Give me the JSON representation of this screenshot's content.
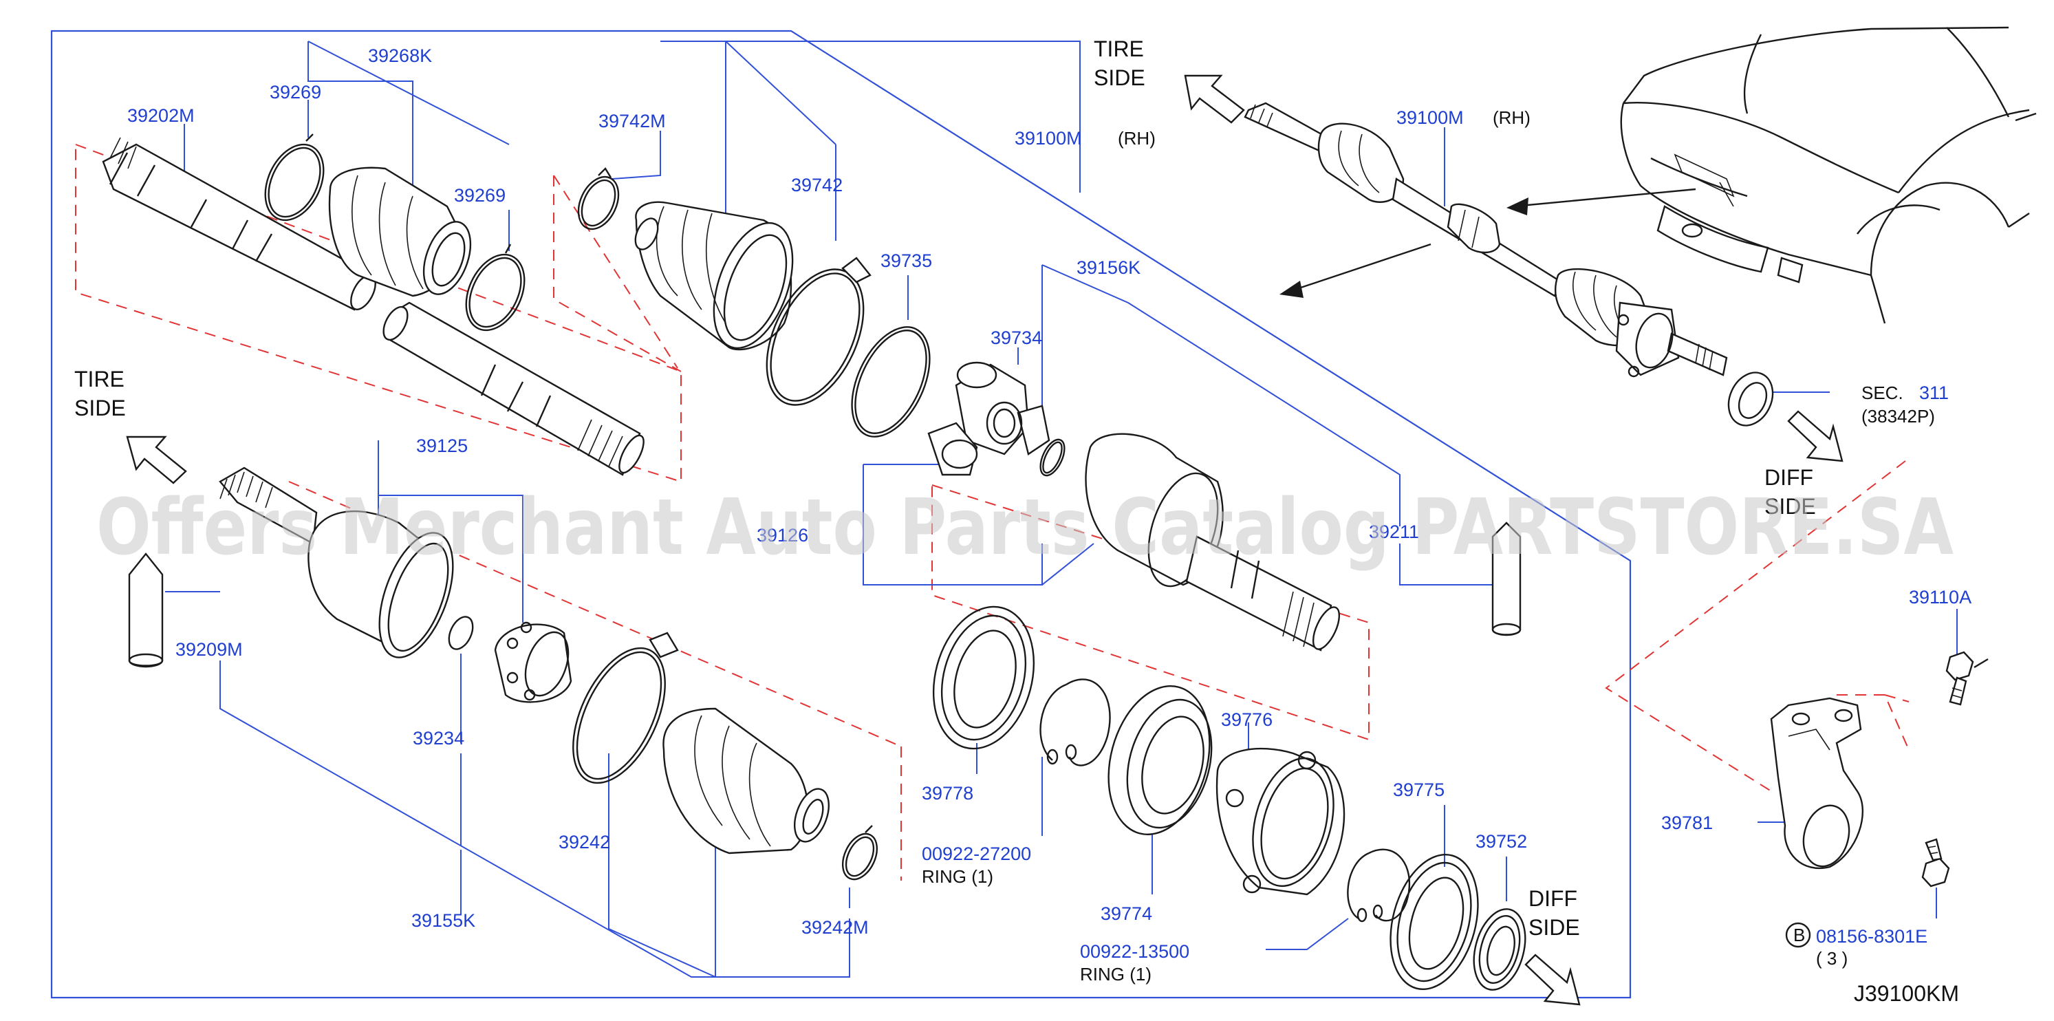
{
  "diagram": {
    "labels": {
      "p39202M": "39202M",
      "p39269a": "39269",
      "p39268K": "39268K",
      "p39269b": "39269",
      "p39742M": "39742M",
      "p39742": "39742",
      "p39735": "39735",
      "p39734": "39734",
      "p39100M_main": "39100M",
      "rh_main": "(RH)",
      "p39156K": "39156K",
      "p39125": "39125",
      "p39126": "39126",
      "p39211": "39211",
      "p39209M": "39209M",
      "p39234": "39234",
      "p39242": "39242",
      "p39155K": "39155K",
      "p39242M": "39242M",
      "p39778": "39778",
      "p00922_27200": "00922-27200",
      "ring1_text": "RING   (1)",
      "p39776": "39776",
      "p39774": "39774",
      "p00922_13500": "00922-13500",
      "ring2_text": "RING   (1)",
      "p39775": "39775",
      "p39752": "39752",
      "p39100M_inset": "39100M",
      "rh_inset": "(RH)",
      "sec_label": "SEC.",
      "sec_num": "311",
      "sec_part": "(38342P)",
      "p39110A": "39110A",
      "p39781": "39781",
      "p08156": "08156-8301E",
      "qty3": "( 3 )",
      "b_marker": "B",
      "tire_side_top_1": "TIRE",
      "tire_side_top_2": "SIDE",
      "tire_side_left_1": "TIRE",
      "tire_side_left_2": "SIDE",
      "diff_side_mid_1": "DIFF",
      "diff_side_mid_2": "SIDE",
      "diff_side_bottom_1": "DIFF",
      "diff_side_bottom_2": "SIDE",
      "diagram_code": "J39100KM",
      "watermark": "Offers Merchant Auto Parts Catalog PARTSTORE.SA"
    },
    "colors": {
      "part_number": "#1f3fd0",
      "leader": "#3050d8",
      "dashed_group": "#e23434",
      "outline": "#1a1a1a"
    }
  }
}
